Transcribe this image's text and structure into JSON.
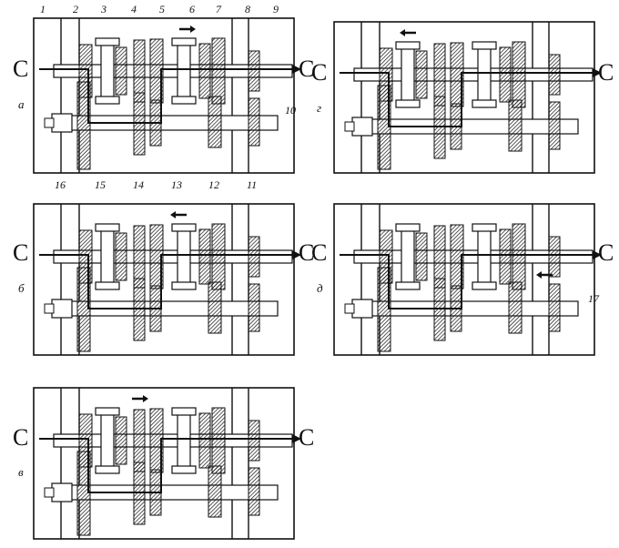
{
  "diagrams": [
    {
      "letter": "а",
      "c_left": "С",
      "c_right": "С"
    },
    {
      "letter": "г",
      "c_left": "С",
      "c_right": "С"
    },
    {
      "letter": "б",
      "c_left": "С",
      "c_right": "С"
    },
    {
      "letter": "д",
      "c_left": "С",
      "c_right": "С"
    },
    {
      "letter": "в",
      "c_left": "С",
      "c_right": "С"
    }
  ],
  "part_numbers": {
    "top": [
      "1",
      "2",
      "3",
      "4",
      "5",
      "6",
      "7",
      "8",
      "9"
    ],
    "right": [
      "10"
    ],
    "bottom": [
      "16",
      "15",
      "14",
      "13",
      "12",
      "11"
    ],
    "extra": [
      "17"
    ]
  },
  "colors": {
    "ink": "#111111",
    "background": "#ffffff"
  }
}
